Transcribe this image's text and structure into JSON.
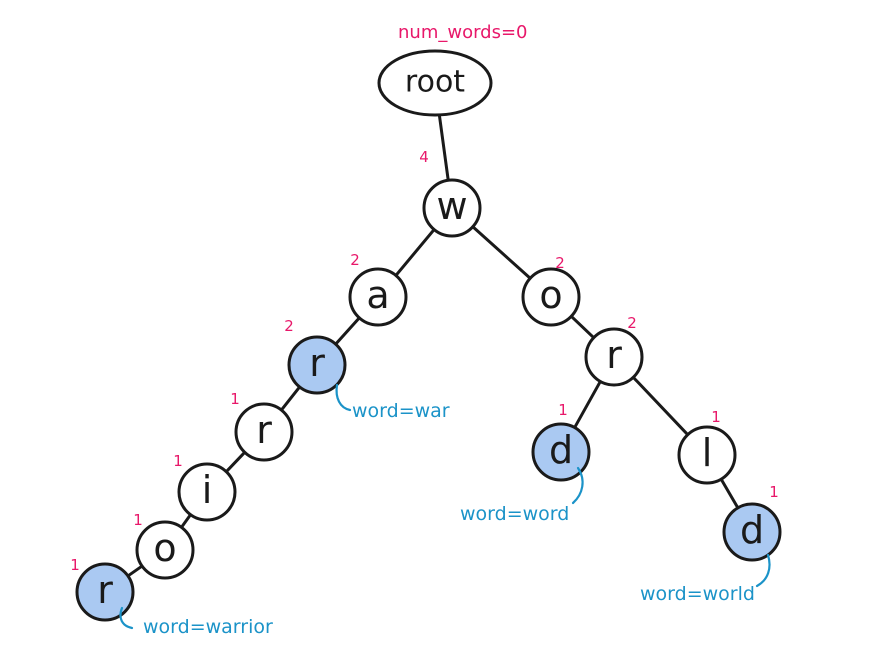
{
  "title": "num_words=0",
  "colors": {
    "ink": "#1a1a1a",
    "count": "#e8186a",
    "word": "#1b93c8",
    "end_fill": "#aac9f2",
    "normal_fill": "#ffffff"
  },
  "root": {
    "label": "root"
  },
  "nodes": [
    {
      "id": "w",
      "letter": "w",
      "count": "4",
      "end": false
    },
    {
      "id": "a",
      "letter": "a",
      "count": "2",
      "end": false
    },
    {
      "id": "o1",
      "letter": "o",
      "count": "2",
      "end": false
    },
    {
      "id": "r1",
      "letter": "r",
      "count": "2",
      "end": true,
      "word": "word=war"
    },
    {
      "id": "r2",
      "letter": "r",
      "count": "2",
      "end": false
    },
    {
      "id": "r3",
      "letter": "r",
      "count": "1",
      "end": false
    },
    {
      "id": "d1",
      "letter": "d",
      "count": "1",
      "end": true,
      "word": "word=word"
    },
    {
      "id": "l",
      "letter": "l",
      "count": "1",
      "end": false
    },
    {
      "id": "i",
      "letter": "i",
      "count": "1",
      "end": false
    },
    {
      "id": "d2",
      "letter": "d",
      "count": "1",
      "end": true,
      "word": "word=world"
    },
    {
      "id": "o2",
      "letter": "o",
      "count": "1",
      "end": false
    },
    {
      "id": "r4",
      "letter": "r",
      "count": "1",
      "end": true,
      "word": "word=warrior"
    }
  ],
  "edges": [
    [
      "root",
      "w"
    ],
    [
      "w",
      "a"
    ],
    [
      "w",
      "o1"
    ],
    [
      "a",
      "r1"
    ],
    [
      "o1",
      "r2"
    ],
    [
      "r1",
      "r3"
    ],
    [
      "r2",
      "d1"
    ],
    [
      "r2",
      "l"
    ],
    [
      "r3",
      "i"
    ],
    [
      "l",
      "d2"
    ],
    [
      "i",
      "o2"
    ],
    [
      "o2",
      "r4"
    ]
  ]
}
